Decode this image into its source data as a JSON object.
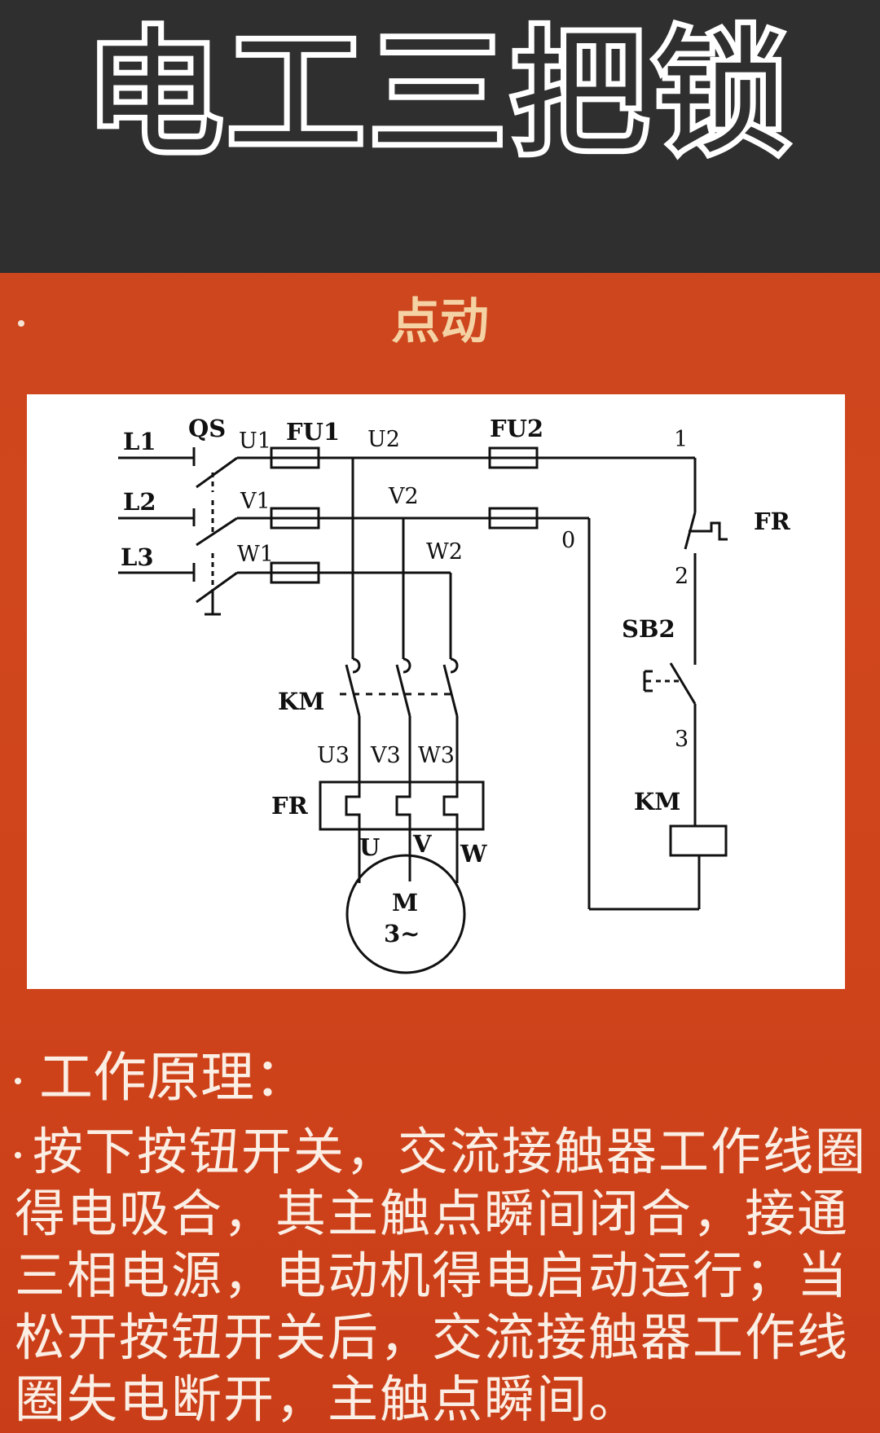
{
  "header": {
    "title": "电工三把锁"
  },
  "subtitle": "点动",
  "diagram": {
    "labels": {
      "L1": "L1",
      "L2": "L2",
      "L3": "L3",
      "QS": "QS",
      "U1": "U1",
      "V1": "V1",
      "W1": "W1",
      "FU1": "FU1",
      "FU2": "FU2",
      "U2": "U2",
      "V2": "V2",
      "W2": "W2",
      "n1": "1",
      "n0": "0",
      "n2": "2",
      "n3": "3",
      "FR_top": "FR",
      "SB2": "SB2",
      "SB2_mark": "E-",
      "KM_main": "KM",
      "KM_coil": "KM",
      "U3": "U3",
      "V3": "V3",
      "W3": "W3",
      "FR_main": "FR",
      "U": "U",
      "V": "V",
      "W": "W",
      "M": "M",
      "M_phase": "3~"
    }
  },
  "principle": {
    "heading": "工作原理：",
    "text": "按下按钮开关，交流接触器工作线圈得电吸合，其主触点瞬间闭合，接通三相电源，电动机得电启动运行；当松开按钮开关后，交流接触器工作线圈失电断开，主触点瞬间。"
  }
}
